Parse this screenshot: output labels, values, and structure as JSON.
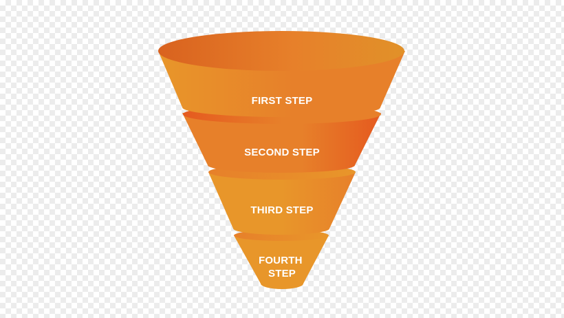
{
  "funnel": {
    "steps": [
      {
        "lines": [
          "FIRST STEP"
        ]
      },
      {
        "lines": [
          "SECOND STEP"
        ]
      },
      {
        "lines": [
          "THIRD STEP"
        ]
      },
      {
        "lines": [
          "FOURTH",
          "STEP"
        ]
      }
    ],
    "colors": {
      "light": "#E8962A",
      "mid": "#E7802A",
      "deep": "#E55A1F",
      "rim_dark": "#D9621F",
      "rim_light": "#E19129"
    }
  }
}
